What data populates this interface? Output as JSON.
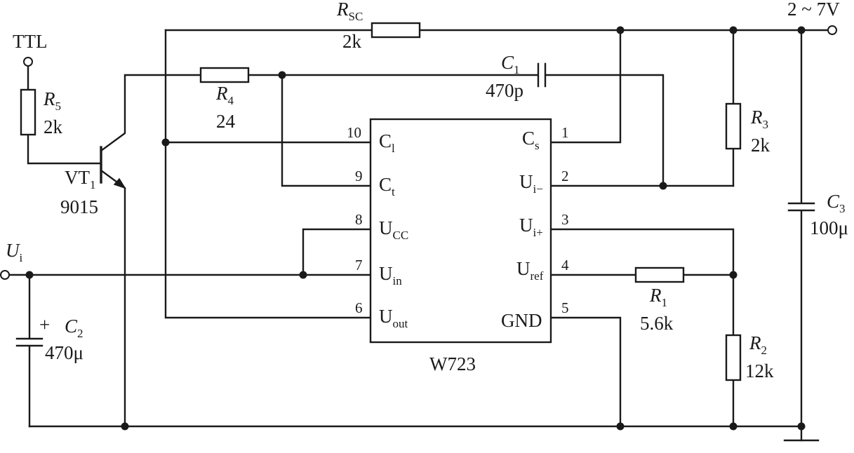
{
  "supply_label": "2 ~ 7V",
  "ttl_label": "TTL",
  "ui": {
    "sym": "U",
    "sub": "i"
  },
  "chip": {
    "name": "W723",
    "left_pins": [
      {
        "num": "10",
        "sym": "C",
        "sub": "l"
      },
      {
        "num": "9",
        "sym": "C",
        "sub": "t"
      },
      {
        "num": "8",
        "sym": "U",
        "sub": "CC"
      },
      {
        "num": "7",
        "sym": "U",
        "sub": "in"
      },
      {
        "num": "6",
        "sym": "U",
        "sub": "out"
      }
    ],
    "right_pins": [
      {
        "num": "1",
        "sym": "C",
        "sub": "s"
      },
      {
        "num": "2",
        "sym": "U",
        "sub": "i−"
      },
      {
        "num": "3",
        "sym": "U",
        "sub": "i+"
      },
      {
        "num": "4",
        "sym": "U",
        "sub": "ref"
      },
      {
        "num": "5",
        "sym": "GND",
        "sub": ""
      }
    ]
  },
  "components": {
    "rsc": {
      "sym": "R",
      "sub": "SC",
      "value": "2k"
    },
    "r1": {
      "sym": "R",
      "sub": "1",
      "value": "5.6k"
    },
    "r2": {
      "sym": "R",
      "sub": "2",
      "value": "12k"
    },
    "r3": {
      "sym": "R",
      "sub": "3",
      "value": "2k"
    },
    "r4": {
      "sym": "R",
      "sub": "4",
      "value": "24"
    },
    "r5": {
      "sym": "R",
      "sub": "5",
      "value": "2k"
    },
    "c1": {
      "sym": "C",
      "sub": "1",
      "value": "470p"
    },
    "c2": {
      "sym": "C",
      "sub": "2",
      "value": "470μ",
      "polarity": "+"
    },
    "c3": {
      "sym": "C",
      "sub": "3",
      "value": "100μ"
    },
    "vt1": {
      "sym": "VT",
      "sub": "1",
      "value": "9015"
    }
  }
}
